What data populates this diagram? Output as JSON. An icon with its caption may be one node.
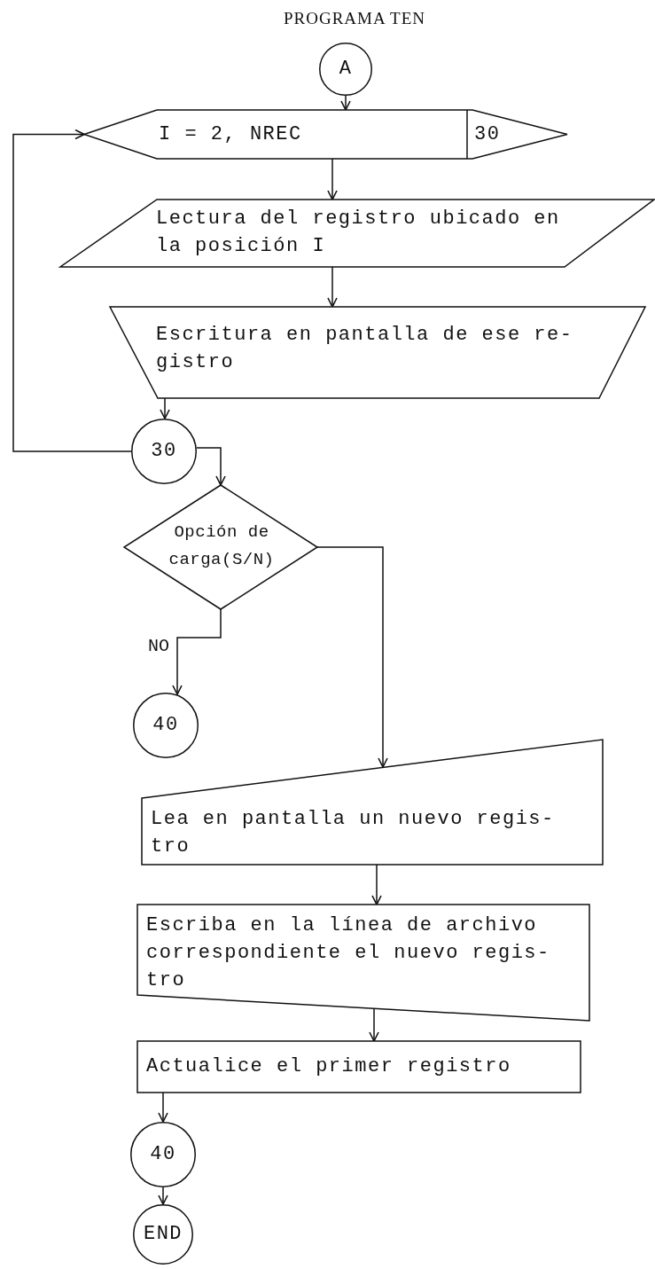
{
  "diagram": {
    "title": "PROGRAMA TEN",
    "nodes": [
      {
        "text": [
          "A"
        ]
      },
      {
        "text": [
          "I = 2, NREC",
          "30"
        ]
      },
      {
        "text": [
          "Lectura del registro ubicado en la posición I"
        ]
      },
      {
        "text": [
          "Escritura en pantalla de ese re- gistro"
        ]
      },
      {
        "text": [
          "30"
        ]
      },
      {
        "text": [
          "Opción de carga(S/N)"
        ]
      },
      {
        "text": [
          "40"
        ]
      },
      {
        "text": [
          "Lea en pantalla un nuevo regis- tro"
        ]
      },
      {
        "text": [
          "Escriba en la línea de archivo correspondiente el nuevo regis- tro"
        ]
      },
      {
        "text": [
          "Actualice el primer registro"
        ]
      },
      {
        "text": [
          "40"
        ]
      },
      {
        "text": [
          "END"
        ]
      }
    ],
    "edges": [
      {
        "from": 0,
        "to": 1,
        "arrow": "to"
      },
      {
        "from": 1,
        "to": 2,
        "arrow": "to"
      },
      {
        "from": 2,
        "to": 3,
        "arrow": "to"
      },
      {
        "from": 3,
        "to": 4,
        "arrow": "to"
      },
      {
        "from": 4,
        "to": 1,
        "arrow": "to"
      },
      {
        "from": 4,
        "to": 5,
        "arrow": "to"
      },
      {
        "from": 5,
        "to": 6,
        "arrow": "to",
        "label": "NO"
      },
      {
        "from": 5,
        "to": 7,
        "arrow": "to"
      },
      {
        "from": 7,
        "to": 8,
        "arrow": "to"
      },
      {
        "from": 8,
        "to": 9,
        "arrow": "to"
      },
      {
        "from": 9,
        "to": 10,
        "arrow": "to"
      },
      {
        "from": 10,
        "to": 11,
        "arrow": "to"
      }
    ]
  }
}
